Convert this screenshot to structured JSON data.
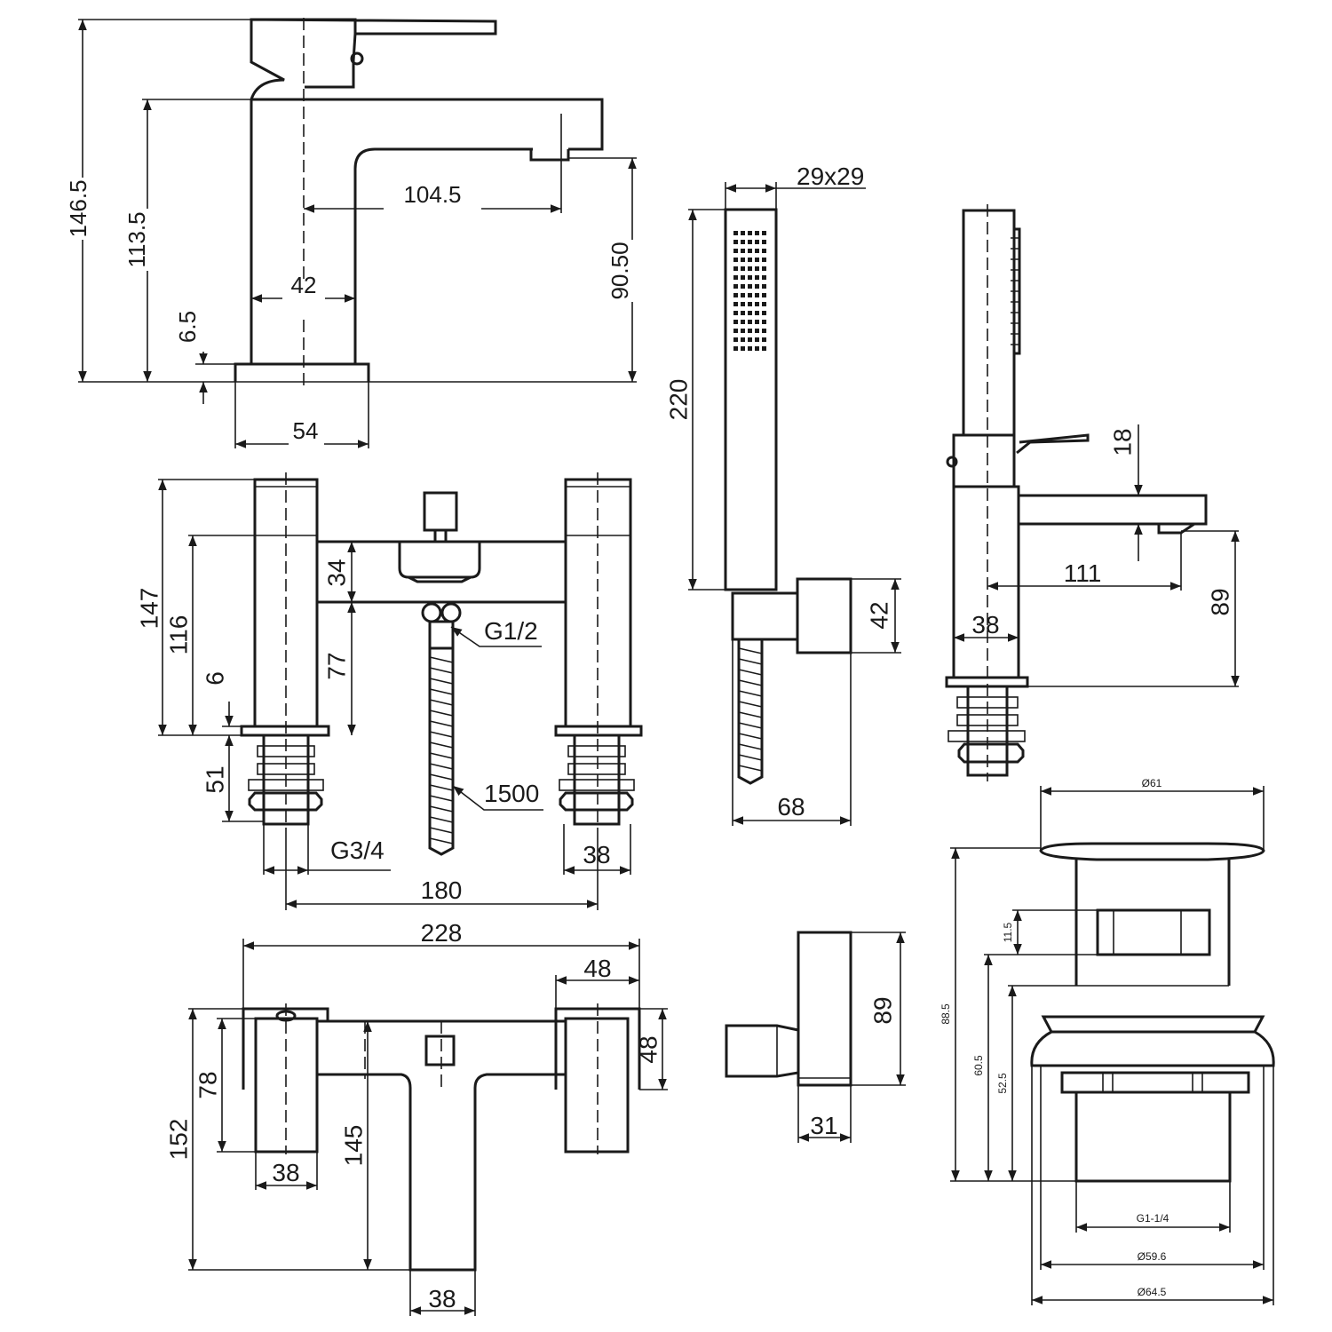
{
  "basin_tap": {
    "overall_height": "146.5",
    "spout_top_height": "113.5",
    "spout_reach": "104.5",
    "spout_outlet_height": "90.50",
    "body_width": "42",
    "base_thickness": "6.5",
    "base_width": "54"
  },
  "bath_shower_mixer_front": {
    "pillar_height": "147",
    "body_height": "116",
    "diverter_height": "34",
    "outlet_height": "77",
    "washer": "6",
    "tail_length": "51",
    "hose_connection": "G1/2",
    "hose_length": "1500",
    "tail_thread": "G3/4",
    "tail_width": "38",
    "centres": "180"
  },
  "bath_shower_mixer_top": {
    "overall_width": "228",
    "pillar_width": "48",
    "pillar_depth": "48",
    "pillar_body_depth": "78",
    "overall_depth": "152",
    "spout_projection": "145",
    "pillar_base": "38",
    "spout_width": "38"
  },
  "shower_handset": {
    "head_size": "29x29",
    "length": "220",
    "holder_height": "42",
    "holder_projection": "68"
  },
  "mixer_side": {
    "lever_height": "18",
    "spout_reach": "111",
    "body_width": "38",
    "spout_height": "89"
  },
  "wall_bracket": {
    "height": "89",
    "depth": "31"
  },
  "waste": {
    "cap_diameter": "Ø61",
    "slot_height": "11.5",
    "overall_height": "88.5",
    "height_60": "60.5",
    "height_52": "52.5",
    "thread": "G1-1/4",
    "flange_diameter": "Ø59.6",
    "outer_diameter": "Ø64.5"
  }
}
